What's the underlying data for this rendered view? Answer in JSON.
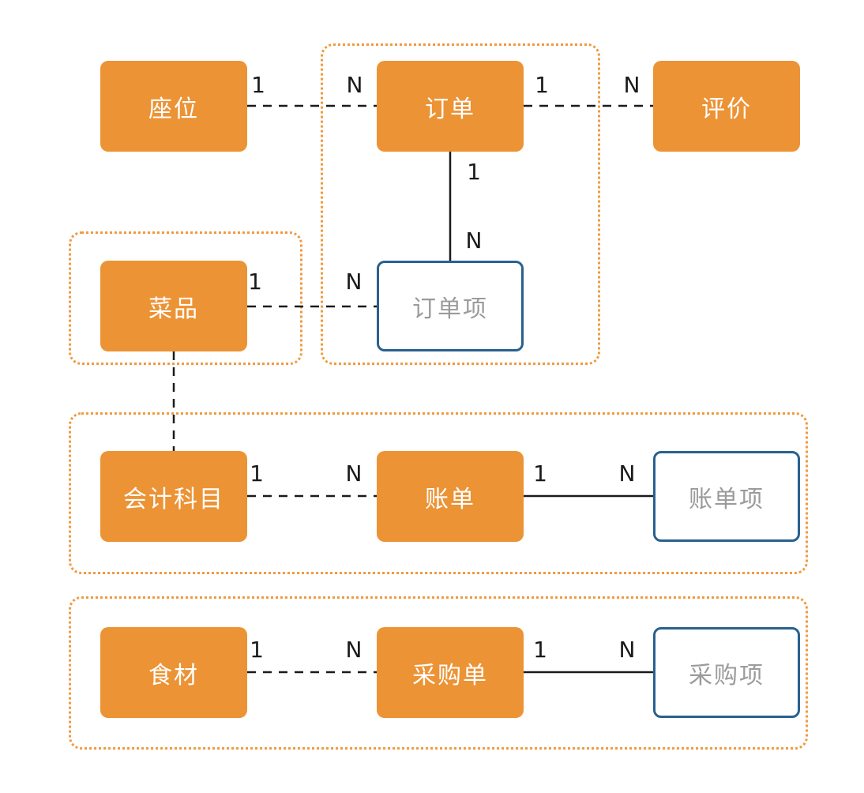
{
  "diagram": {
    "entities": {
      "seat": {
        "label": "座位",
        "type": "strong"
      },
      "order": {
        "label": "订单",
        "type": "strong"
      },
      "review": {
        "label": "评价",
        "type": "strong"
      },
      "dish": {
        "label": "菜品",
        "type": "strong"
      },
      "order_item": {
        "label": "订单项",
        "type": "weak"
      },
      "account": {
        "label": "会计科目",
        "type": "strong"
      },
      "bill": {
        "label": "账单",
        "type": "strong"
      },
      "bill_item": {
        "label": "账单项",
        "type": "weak"
      },
      "ingredient": {
        "label": "食材",
        "type": "strong"
      },
      "purchase_order": {
        "label": "采购单",
        "type": "strong"
      },
      "purchase_item": {
        "label": "采购项",
        "type": "weak"
      }
    },
    "relations": {
      "seat_order": {
        "one": "1",
        "many": "N",
        "style": "dashed"
      },
      "order_review": {
        "one": "1",
        "many": "N",
        "style": "dashed"
      },
      "order_order_item": {
        "one": "1",
        "many": "N",
        "style": "solid"
      },
      "dish_order_item": {
        "one": "1",
        "many": "N",
        "style": "dashed"
      },
      "dish_account": {
        "style": "dashed"
      },
      "account_bill": {
        "one": "1",
        "many": "N",
        "style": "dashed"
      },
      "bill_bill_item": {
        "one": "1",
        "many": "N",
        "style": "solid"
      },
      "ingredient_purchase": {
        "one": "1",
        "many": "N",
        "style": "dashed"
      },
      "purchase_purchase_item": {
        "one": "1",
        "many": "N",
        "style": "solid"
      }
    },
    "colors": {
      "entity_fill": "#EC9335",
      "entity_text": "#FFFFFF",
      "weak_entity_border": "#28618F",
      "weak_entity_text": "#9B9B9B",
      "group_border": "#F09A40",
      "connector": "#1A1A1A"
    }
  }
}
